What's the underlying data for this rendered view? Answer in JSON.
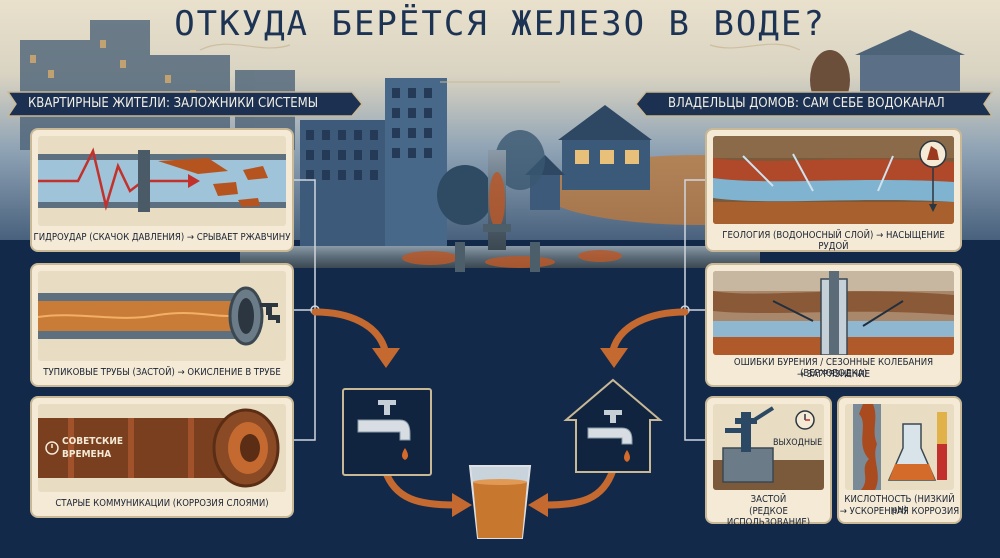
{
  "title": "ОТКУДА БЕРЁТСЯ ЖЕЛЕЗО В ВОДЕ?",
  "left_banner": "КВАРТИРНЫЕ ЖИТЕЛИ: ЗАЛОЖНИКИ СИСТЕМЫ",
  "right_banner": "ВЛАДЕЛЬЦЫ ДОМОВ: САМ СЕБЕ ВОДОКАНАЛ",
  "left_cards": [
    {
      "caption": "ГИДРОУДАР (СКАЧОК ДАВЛЕНИЯ) → СРЫВАЕТ РЖАВЧИНУ"
    },
    {
      "caption": "ТУПИКОВЫЕ ТРУБЫ (ЗАСТОЙ) → ОКИСЛЕНИЕ В ТРУБЕ"
    },
    {
      "caption": "СТАРЫЕ КОММУНИКАЦИИ (КОРРОЗИЯ СЛОЯМИ)",
      "badge_line1": "СОВЕТСКИЕ",
      "badge_line2": "ВРЕМЕНА"
    }
  ],
  "right_cards": [
    {
      "caption": "ГЕОЛОГИЯ (ВОДОНОСНЫЙ СЛОЙ) → НАСЫЩЕНИЕ РУДОЙ"
    },
    {
      "caption_line1": "ОШИБКИ БУРЕНИЯ / СЕЗОННЫЕ КОЛЕБАНИЯ (ВЕРХОВОДКА)",
      "caption_line2": "→ ЗАГРЯЗНЕНИЕ"
    },
    {
      "caption_line1": "ЗАСТОЙ",
      "caption_line2": "(РЕДКОЕ ИСПОЛЬЗОВАНИЕ)",
      "badge": "ВЫХОДНЫЕ"
    },
    {
      "caption_line1": "КИСЛОТНОСТЬ (НИЗКИЙ pH)",
      "caption_line2": "→ УСКОРЕННАЯ КОРРОЗИЯ"
    }
  ],
  "icons": [
    "faucet-icon",
    "house-faucet-icon",
    "glass-icon",
    "arrow-icon"
  ],
  "colors": {
    "navy": "#13294a",
    "card": "#f4ead6",
    "rust": "#c4622c",
    "water": "#c8772f"
  }
}
